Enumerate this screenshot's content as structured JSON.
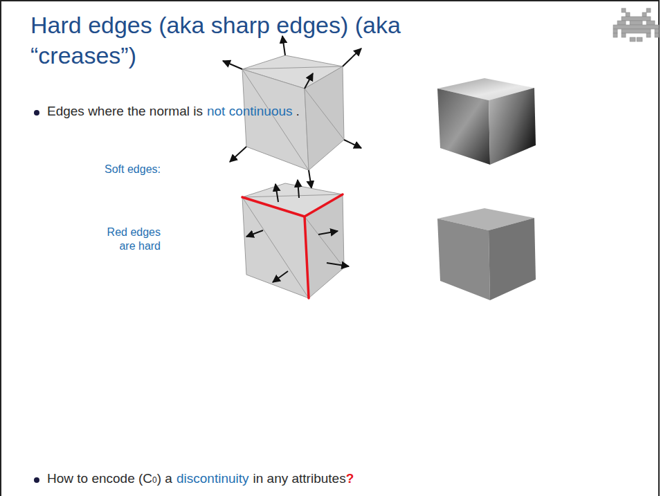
{
  "diagram": {
    "title": "Hard edges (aka sharp edges) (aka “creases”)",
    "labels": [
      "Edges where the normal is",
      "not continuous",
      ".",
      "Soft edges:",
      "Red edges are hard",
      "How to encode (C",
      "0",
      ") a",
      "discontinuity",
      "in any attributes",
      "?"
    ]
  }
}
